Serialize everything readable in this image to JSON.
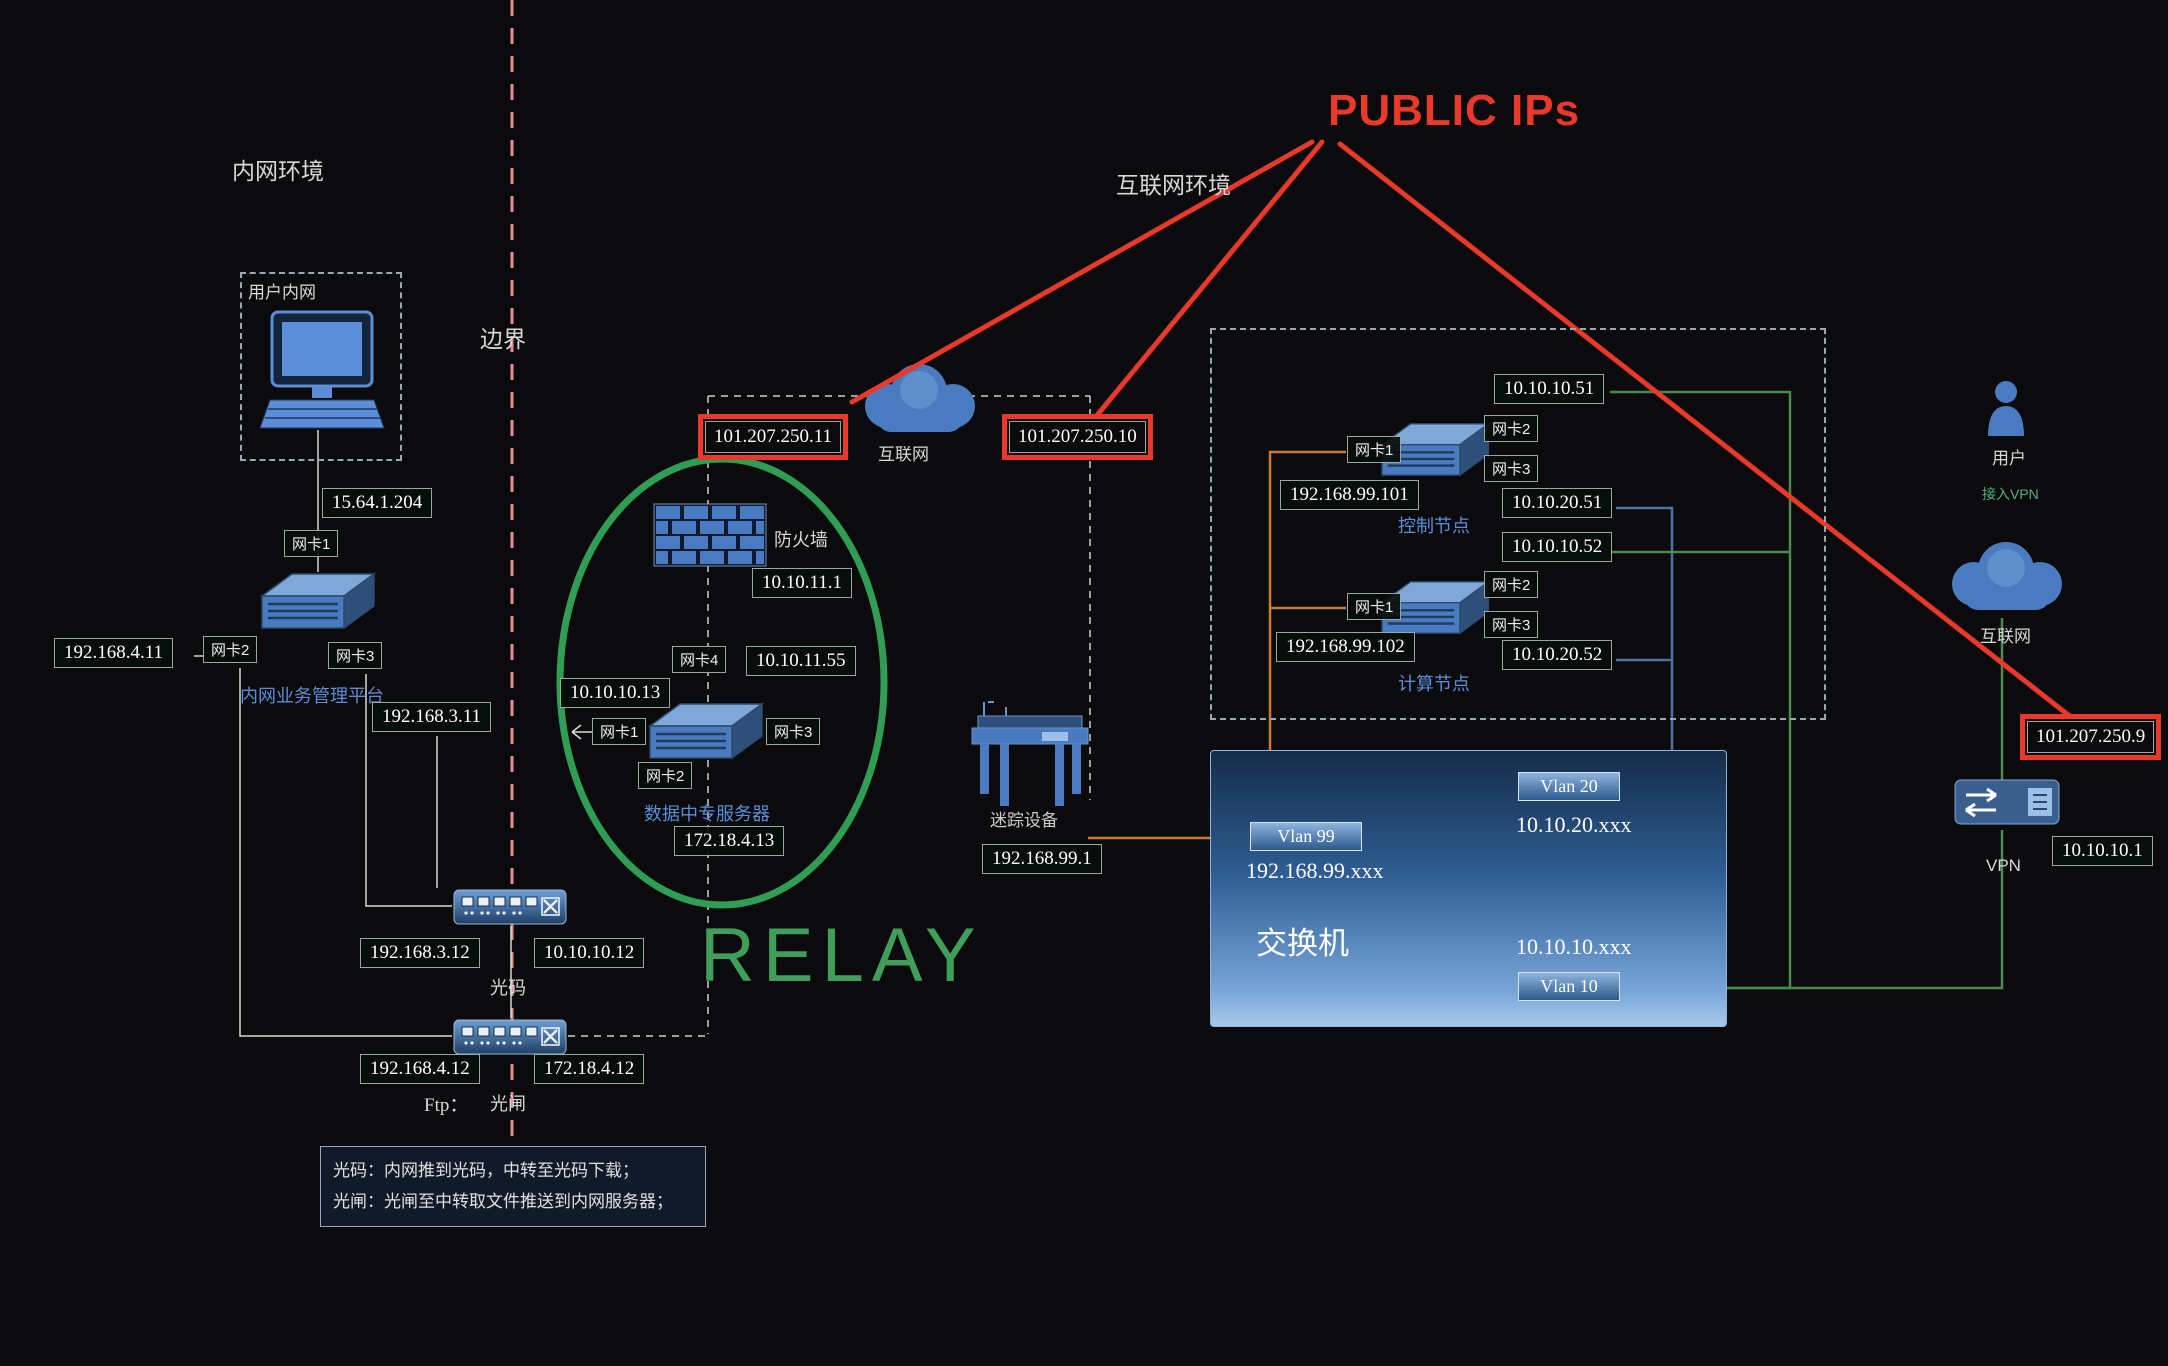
{
  "colors": {
    "background": "#0b0b0d",
    "accent_red": "#e8392a",
    "accent_green": "#2f9e54",
    "node_blue": "#4a7abf",
    "label_blue": "#5b8dd9",
    "line_orange": "#c87a3a",
    "line_blue": "#51719e",
    "line_green": "#4a8a4a",
    "boundary_pink": "#e09090"
  },
  "left": {
    "env": "内网环境",
    "user_box": "用户内网",
    "boundary": "边界",
    "ip_monitor": "15.64.1.204",
    "ip_server": "192.168.4.11",
    "platform": "内网业务管理平台",
    "ip_311": "192.168.3.11",
    "sw1": "光码",
    "ip_312": "192.168.3.12",
    "ip_1012": "10.10.10.12",
    "sw2": "光闸",
    "ip_412": "192.168.4.12",
    "ip_1724": "172.18.4.12",
    "ftp": "Ftp：",
    "note1": "光码：内网推到光码，中转至光码下载；",
    "note2": "光闸：光闸至中转取文件推送到内网服务器；"
  },
  "nic": {
    "n1": "网卡1",
    "n2": "网卡2",
    "n3": "网卡3",
    "n4": "网卡4"
  },
  "center": {
    "public_ips": "PUBLIC IPs",
    "pub1": "101.207.250.11",
    "pub2": "101.207.250.10",
    "internet": "互联网",
    "firewall": "防火墙",
    "ip_1111": "10.10.11.1",
    "ip_1155": "10.10.11.55",
    "ip_1013": "10.10.10.13",
    "relay_server": "数据中专服务器",
    "ip_1724_13": "172.18.4.13",
    "relay": "RELAY",
    "device": "迷踪设备",
    "ip_991": "192.168.99.1"
  },
  "right": {
    "env": "互联网环境",
    "control": "控制节点",
    "compute": "计算节点",
    "ip_1051": "10.10.10.51",
    "ip_99101": "192.168.99.101",
    "ip_2051": "10.10.20.51",
    "ip_1052": "10.10.10.52",
    "ip_99102": "192.168.99.102",
    "ip_2052": "10.10.20.52"
  },
  "switch": {
    "label": "交换机",
    "vlan99": "Vlan 99",
    "vlan20": "Vlan 20",
    "vlan10": "Vlan 10",
    "net99": "192.168.99.xxx",
    "net20": "10.10.20.xxx",
    "net10": "10.10.10.xxx"
  },
  "vpn": {
    "user": "用户",
    "access": "接入VPN",
    "internet": "互联网",
    "pub3": "101.207.250.9",
    "label": "VPN",
    "ip_101": "10.10.10.1"
  }
}
